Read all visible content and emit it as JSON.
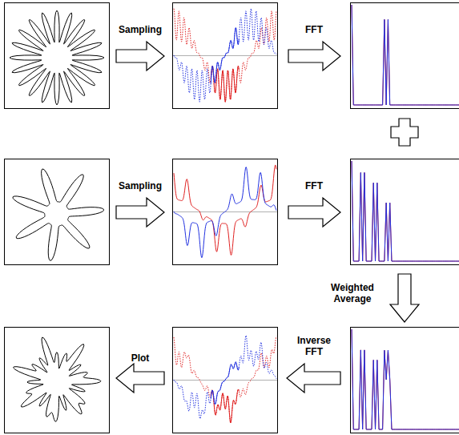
{
  "diagram": {
    "labels": [
      "Sampling",
      "FFT",
      "Sampling",
      "FFT",
      "Weighted Average",
      "Inverse FFT",
      "Plot"
    ]
  }
}
